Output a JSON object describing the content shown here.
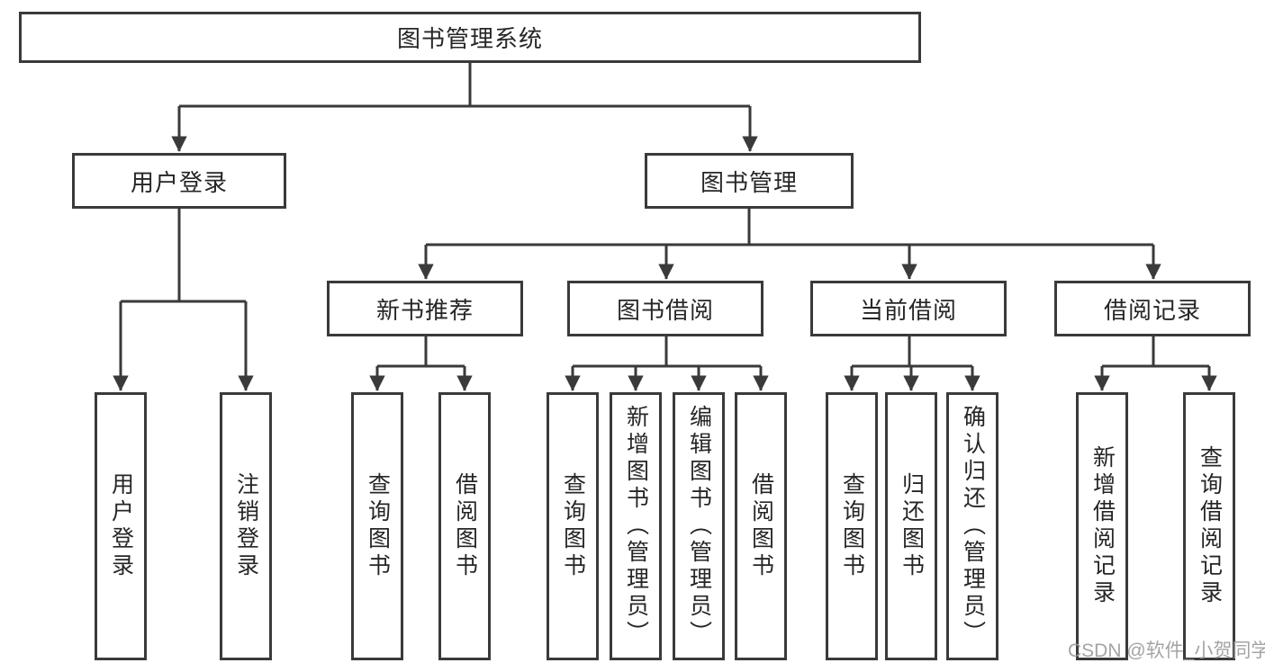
{
  "diagram": {
    "root": {
      "label": "图书管理系统"
    },
    "level1": [
      {
        "label": "用户登录"
      },
      {
        "label": "图书管理"
      }
    ],
    "login_leaves": [
      {
        "label": "用户登录"
      },
      {
        "label": "注销登录"
      }
    ],
    "level2": [
      {
        "label": "新书推荐",
        "children": [
          {
            "label": "查询图书"
          },
          {
            "label": "借阅图书"
          }
        ]
      },
      {
        "label": "图书借阅",
        "children": [
          {
            "label": "查询图书"
          },
          {
            "label": "新增图书（管理员）"
          },
          {
            "label": "编辑图书（管理员）"
          },
          {
            "label": "借阅图书"
          }
        ]
      },
      {
        "label": "当前借阅",
        "children": [
          {
            "label": "查询图书"
          },
          {
            "label": "归还图书"
          },
          {
            "label": "确认归还（管理员）"
          }
        ]
      },
      {
        "label": "借阅记录",
        "children": [
          {
            "label": "新增借阅记录"
          },
          {
            "label": "查询借阅记录"
          }
        ]
      }
    ],
    "watermark": "CSDN @软件_小贺同学",
    "colors": {
      "line": "#3a3a3a",
      "border": "#3a3a3a",
      "text": "#262626",
      "watermark": "#9a9a9a",
      "background": "#ffffff"
    }
  }
}
